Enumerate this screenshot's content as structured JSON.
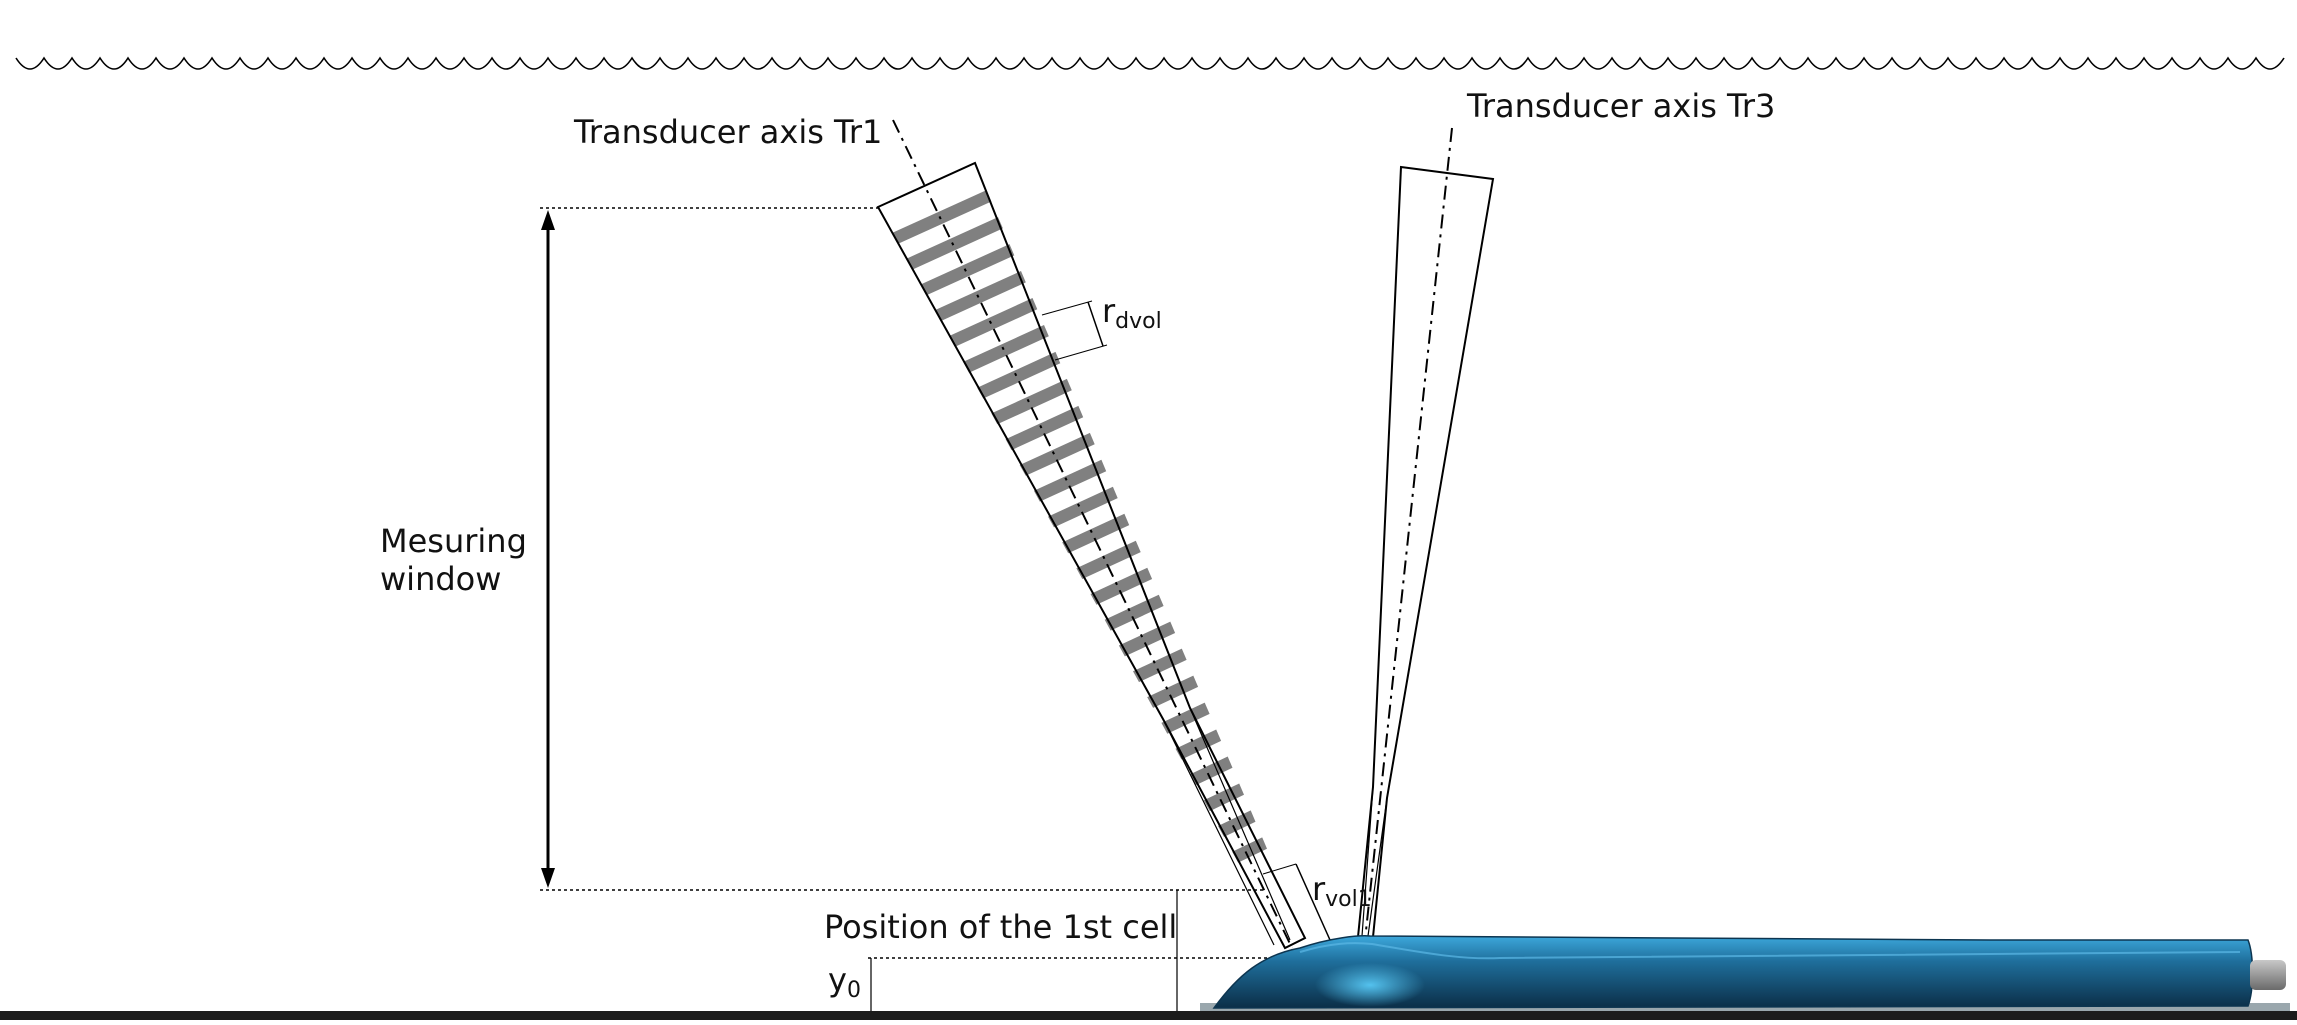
{
  "labels": {
    "tr1": "Transducer axis Tr1",
    "tr3": "Transducer axis Tr3",
    "window_line1": "Mesuring",
    "window_line2": "window",
    "first_cell": "Position of the 1st cell",
    "y0_base": "y",
    "y0_sub": "0",
    "rdvol_base": "r",
    "rdvol_sub": "dvol",
    "rvol1_base": "r",
    "rvol1_sub": "vol1"
  },
  "colors": {
    "ink": "#000000",
    "cell_fill": "#808080",
    "device_main": "#1a5f86",
    "device_highlight": "#2f9fd6",
    "device_dark": "#0d3550",
    "base_plate": "#9aa7ad",
    "bottom_bar": "#1c1c1c"
  },
  "cells": {
    "count": 25
  }
}
